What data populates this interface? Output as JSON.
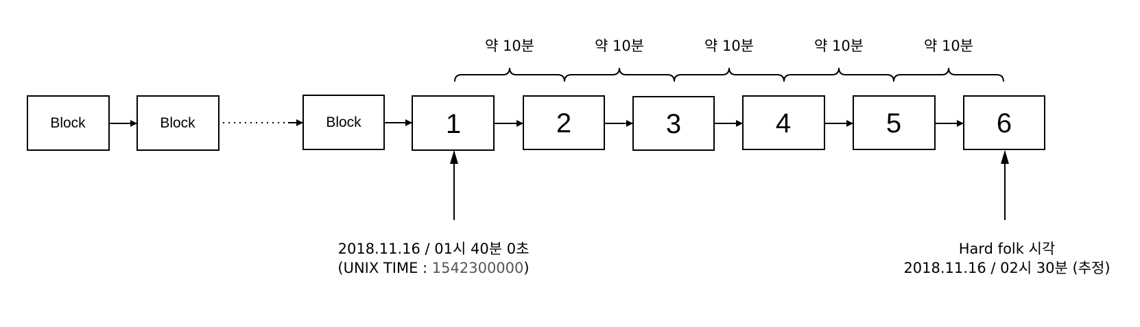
{
  "blocks": [
    {
      "label": "Block"
    },
    {
      "label": "Block"
    },
    {
      "label": "Block"
    },
    {
      "label": "1"
    },
    {
      "label": "2"
    },
    {
      "label": "3"
    },
    {
      "label": "4"
    },
    {
      "label": "5"
    },
    {
      "label": "6"
    }
  ],
  "intervals": [
    "약 10분",
    "약 10분",
    "약 10분",
    "약 10분",
    "약 10분"
  ],
  "annotations": {
    "start": {
      "line1": "2018.11.16 / 01시 40분 0초",
      "line2_prefix": "(UNIX TIME : ",
      "line2_value": "1542300000",
      "line2_suffix": ")",
      "value_color": "#555555"
    },
    "end": {
      "line1": "Hard folk 시각",
      "line2": "2018.11.16 / 02시 30분 (추정)"
    }
  }
}
